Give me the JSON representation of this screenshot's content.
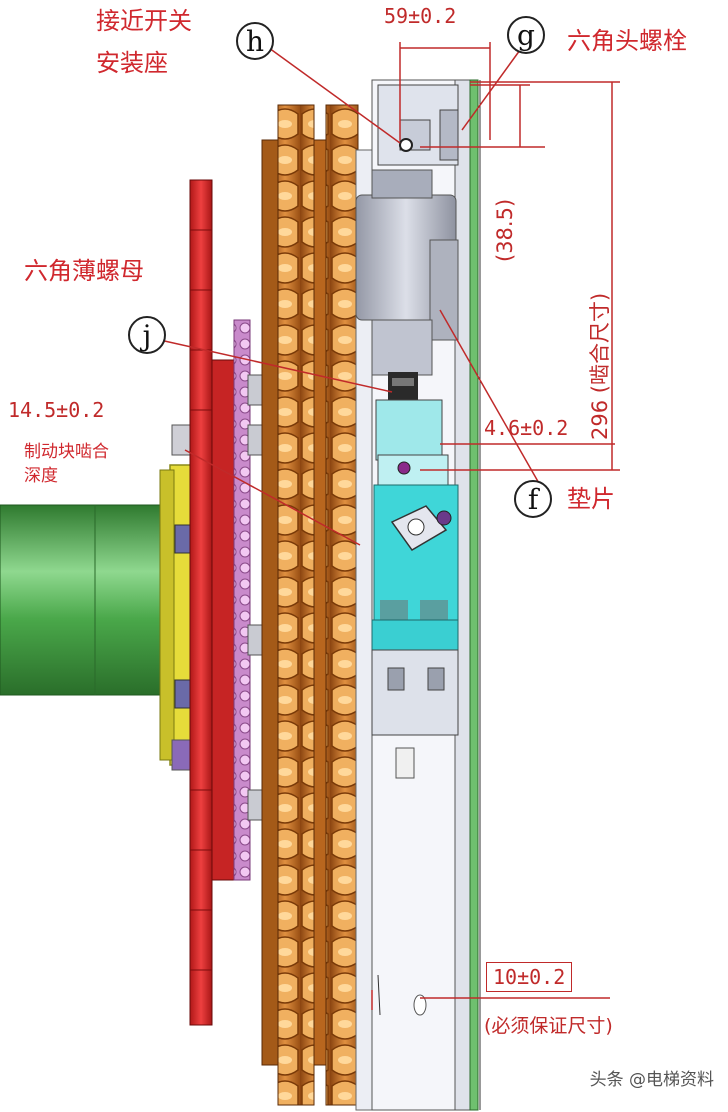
{
  "labels": {
    "proximity_switch_line1": "接近开关",
    "proximity_switch_line2": "安装座",
    "hex_bolt": "六角头螺栓",
    "hex_thin_nut": "六角薄螺母",
    "brake_engage_line1": "制动块啮合",
    "brake_engage_line2": "深度",
    "shim": "垫片"
  },
  "callouts": {
    "h": "h",
    "g": "g",
    "j": "j",
    "f": "f"
  },
  "dimensions": {
    "top_width": "59±0.2",
    "offset": "(38.5)",
    "engage_size": "296 (啮合尺寸)",
    "engage_depth": "14.5±0.2",
    "shim_gap": "4.6±0.2",
    "clearance": "10±0.2",
    "clearance_note": "(必须保证尺寸)"
  },
  "watermark": "头条 @电梯资料",
  "colors": {
    "label_red": "#d0282e",
    "sprocket_orange": "#c8701e",
    "disc_red": "#d62828",
    "shaft_green": "#3e9a3e",
    "hub_yellow": "#e8e040",
    "brake_cyan": "#3fd4d4",
    "body_grey": "#b9bcc7"
  }
}
